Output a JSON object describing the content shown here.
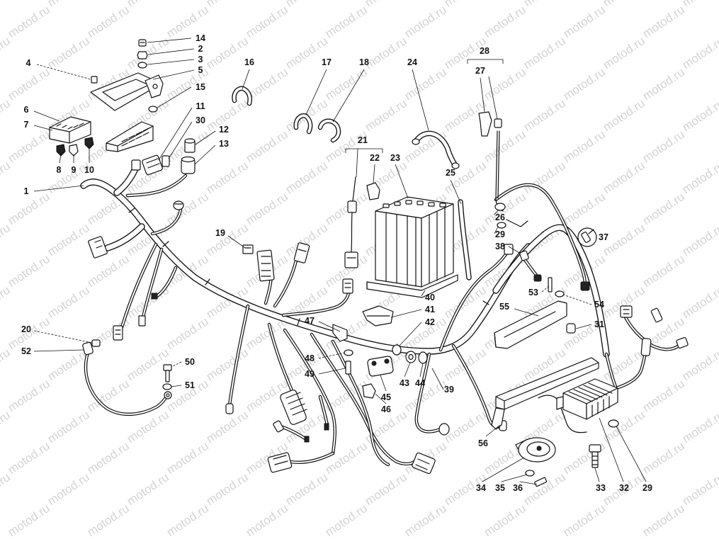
{
  "watermark": "motod.ru",
  "colors": {
    "ink": "#111111",
    "watermark": "#d4d4d4",
    "background": "#ffffff"
  },
  "callouts": [
    "14",
    "2",
    "3",
    "5",
    "4",
    "15",
    "6",
    "7",
    "11",
    "30",
    "12",
    "13",
    "8",
    "9",
    "10",
    "1",
    "16",
    "17",
    "18",
    "24",
    "28",
    "27",
    "21",
    "22",
    "23",
    "25",
    "26",
    "29",
    "38",
    "37",
    "19",
    "53",
    "54",
    "55",
    "40",
    "41",
    "42",
    "31",
    "47",
    "48",
    "49",
    "43",
    "44",
    "45",
    "46",
    "39",
    "50",
    "51",
    "20",
    "52",
    "56",
    "34",
    "35",
    "36",
    "33",
    "32",
    "29"
  ]
}
